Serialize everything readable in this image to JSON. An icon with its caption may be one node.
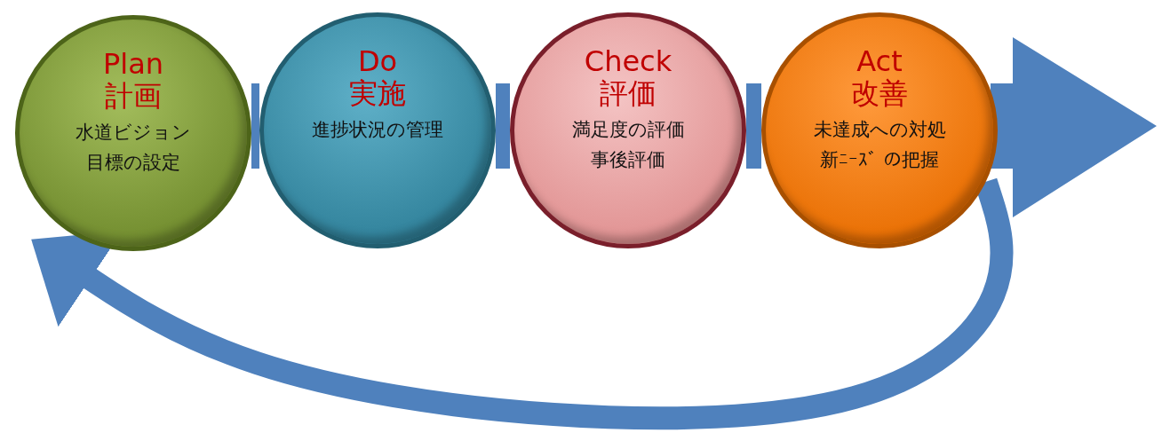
{
  "diagram": {
    "nodes": [
      {
        "text": [
          "Plan 計画",
          "水道ビジョン",
          "目標の設定"
        ]
      },
      {
        "text": [
          "Do 実施",
          "進捗状況の管理"
        ]
      },
      {
        "text": [
          "Check 評価",
          "満足度の評価",
          "事後評価"
        ]
      },
      {
        "text": [
          "Act 改善",
          "未達成への対処",
          "新ﾆｰｽﾞ の把握"
        ]
      }
    ],
    "edges": [
      {
        "from": 0,
        "to": 1,
        "arrow": "none"
      },
      {
        "from": 1,
        "to": 2,
        "arrow": "none"
      },
      {
        "from": 2,
        "to": 3,
        "arrow": "none"
      },
      {
        "from": 3,
        "to": null,
        "arrow": "to"
      },
      {
        "from": 3,
        "to": 0,
        "arrow": "to"
      }
    ]
  }
}
